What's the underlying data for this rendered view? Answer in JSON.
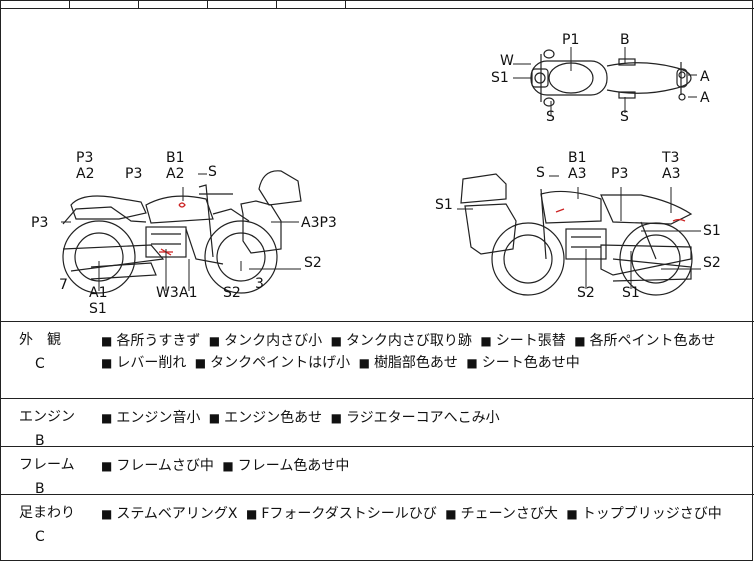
{
  "parts_labels": {
    "P1": "P1",
    "B": "B",
    "W": "W",
    "S1": "S1",
    "A": "A",
    "S": "S",
    "P3": "P3",
    "A2": "A2",
    "B1": "B1",
    "A3P3": "A3P3",
    "A1": "A1",
    "W3": "W3",
    "S2": "S2",
    "n7": "7",
    "n3": "3",
    "T3": "T3",
    "A3": "A3"
  },
  "rows": [
    {
      "category": "外　観",
      "grade": "C",
      "items": [
        "各所うすきず",
        "タンク内さび小",
        "タンク内さび取り跡",
        "シート張替",
        "各所ペイント色あせ",
        "レバー削れ",
        "タンクペイントはげ小",
        "樹脂部色あせ",
        "シート色あせ中"
      ]
    },
    {
      "category": "エンジン",
      "grade": "B",
      "items": [
        "エンジン音小",
        "エンジン色あせ",
        "ラジエターコアへこみ小"
      ]
    },
    {
      "category": "フレーム",
      "grade": "B",
      "items": [
        "フレームさび中",
        "フレーム色あせ中"
      ]
    },
    {
      "category": "足まわり",
      "grade": "C",
      "items": [
        "ステムベアリングX",
        "Fフォークダストシールひび",
        "チェーンさび大",
        "トップブリッジさび中"
      ]
    }
  ],
  "bullet": "■",
  "colors": {
    "line": "#222222",
    "mark": "#cc2222"
  }
}
